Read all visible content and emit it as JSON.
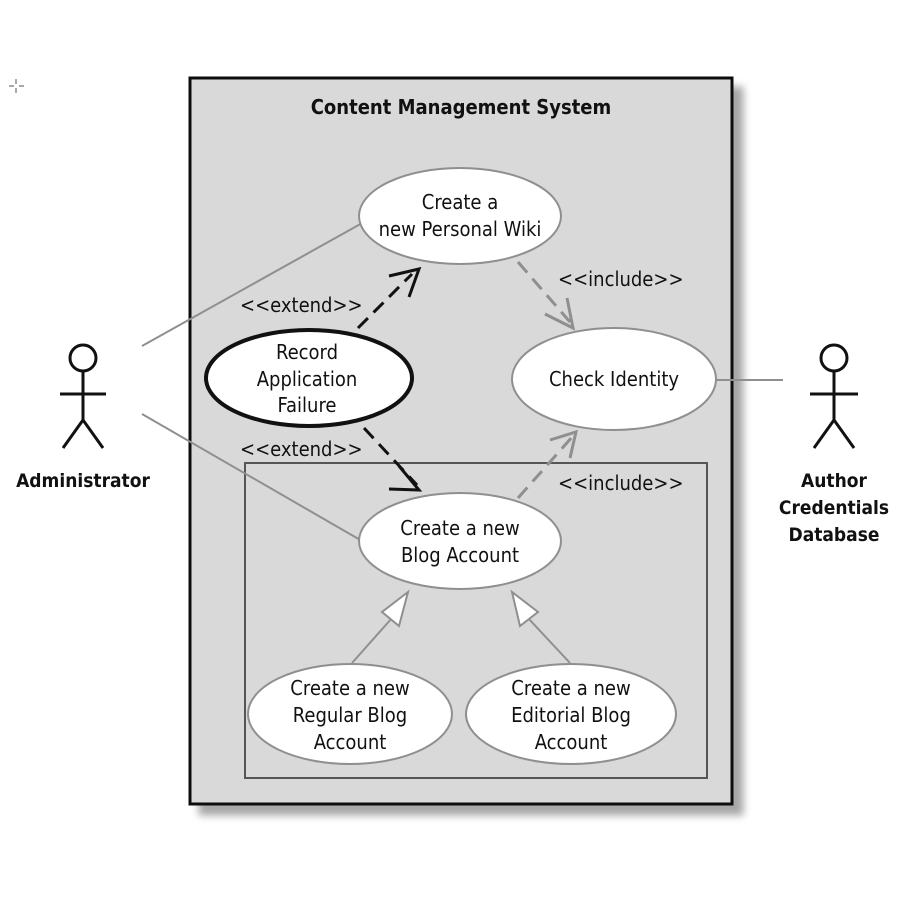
{
  "system": {
    "title": "Content Management System"
  },
  "actors": {
    "administrator": "Administrator",
    "author_db": [
      "Author",
      "Credentials",
      "Database"
    ]
  },
  "use_cases": {
    "create_wiki": [
      "Create a",
      "new Personal Wiki"
    ],
    "check_identity": [
      "Check Identity"
    ],
    "record_failure": [
      "Record",
      "Application",
      "Failure"
    ],
    "create_blog": [
      "Create a new",
      "Blog Account"
    ],
    "regular_blog": [
      "Create a new",
      "Regular Blog",
      "Account"
    ],
    "editorial_blog": [
      "Create a new",
      "Editorial Blog",
      "Account"
    ]
  },
  "relationships": {
    "extend_top": "<<extend>>",
    "extend_bottom": "<<extend>>",
    "include_top": "<<include>>",
    "include_bottom": "<<include>>"
  },
  "colors": {
    "system_fill": "#d9d9d9",
    "use_case_fill": "#ffffff",
    "line": "#8f8f8f",
    "dark_line": "#111111"
  }
}
